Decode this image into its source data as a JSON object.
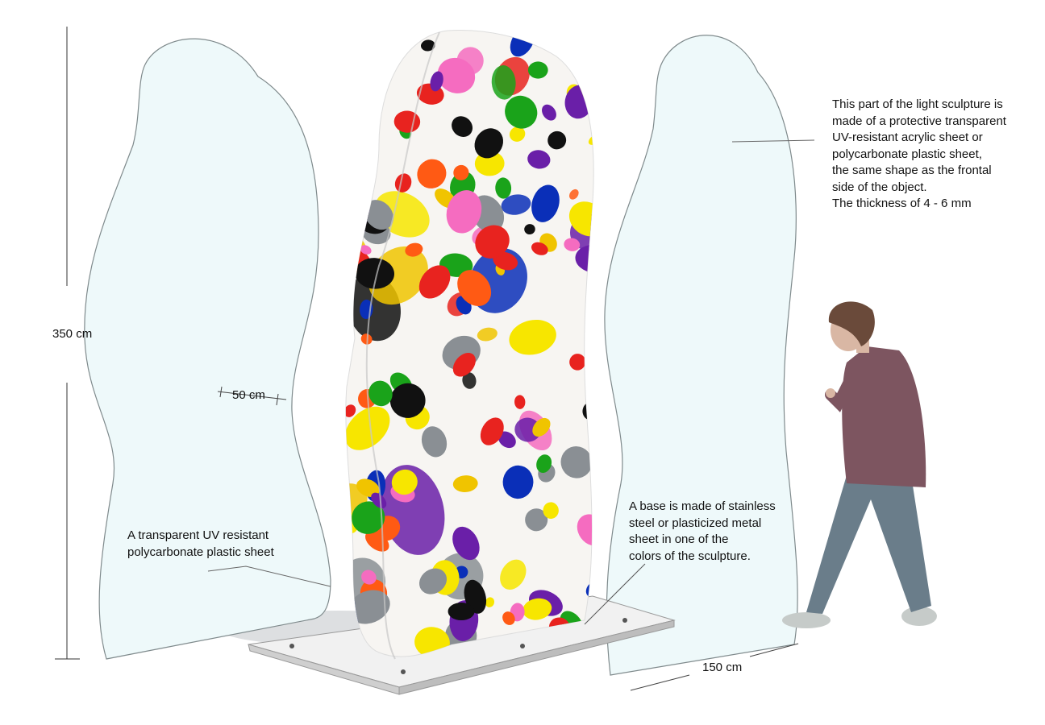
{
  "annotations": {
    "acrylic_note": [
      "This part of the light sculpture is",
      "made of a protective transparent",
      "UV-resistant acrylic sheet or",
      "polycarbonate plastic sheet,",
      "the same shape as the frontal",
      "side of the object.",
      "The thickness of 4 - 6 mm"
    ],
    "base_note": [
      "A base is made of stainless",
      "steel or plasticized metal",
      "sheet in one of the",
      "colors of the sculpture."
    ],
    "polycarbonate_note": [
      "A transparent UV resistant",
      "polycarbonate plastic sheet"
    ]
  },
  "dimensions": {
    "height": "350 cm",
    "depth": "50 cm",
    "width": "150 cm"
  },
  "colors": {
    "panel_fill": "#eef9fa",
    "panel_stroke": "#7f8a8c",
    "blob_palette": [
      "#f7e600",
      "#e8231f",
      "#0a2fb8",
      "#f56cc0",
      "#1aa31a",
      "#111111",
      "#ff5a14",
      "#8a8f94",
      "#6a1fa8",
      "#f0c400"
    ]
  }
}
